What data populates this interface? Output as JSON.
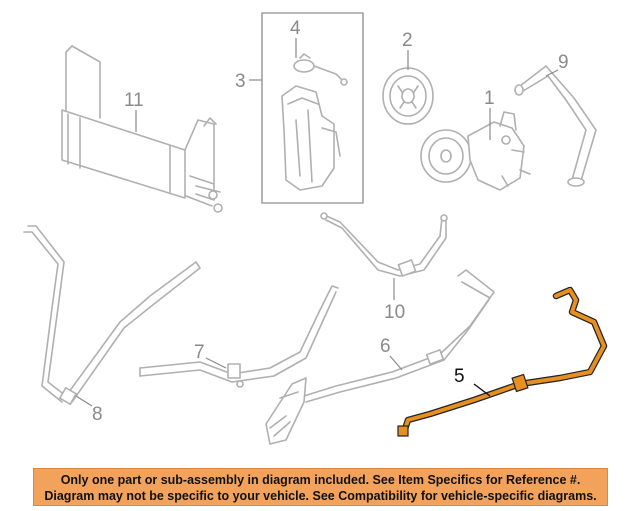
{
  "callouts": {
    "c1": "1",
    "c2": "2",
    "c3": "3",
    "c4": "4",
    "c5": "5",
    "c6": "6",
    "c7": "7",
    "c8": "8",
    "c9": "9",
    "c10": "10",
    "c11": "11"
  },
  "highlight_color": "#e8901f",
  "notice": {
    "line1": "Only one part or sub-assembly in diagram included. See Item Specifics for Reference #.",
    "line2": "Diagram may not be specific to your vehicle. See Compatibility for vehicle-specific diagrams."
  }
}
